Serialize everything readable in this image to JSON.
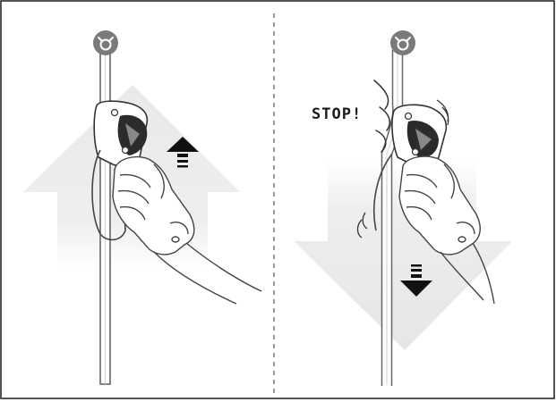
{
  "panels": {
    "left": {
      "arrow_direction": "up",
      "icons": [
        "anchor-icon",
        "rope",
        "belay-device",
        "hand",
        "small-up-arrow-icon"
      ]
    },
    "right": {
      "arrow_direction": "down",
      "stop_text": "STOP!",
      "icons": [
        "anchor-icon",
        "rope",
        "belay-device",
        "hand",
        "small-down-arrow-icon"
      ]
    }
  },
  "colors": {
    "frame": "#1a1a1a",
    "rope": "#777777",
    "anchor": "#7a7a7a",
    "big_arrow": "#ebebeb",
    "device_dark": "#2b2b2b"
  }
}
